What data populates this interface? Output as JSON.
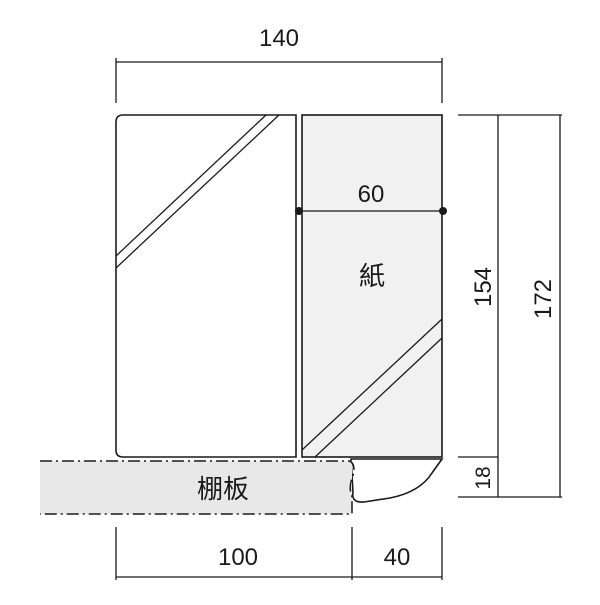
{
  "dimensions": {
    "total_width": "140",
    "paper_width": "60",
    "shelf_depth": "100",
    "overhang": "40",
    "body_height": "154",
    "total_height": "172",
    "shelf_thickness": "18"
  },
  "labels": {
    "paper": "紙",
    "shelf": "棚板"
  },
  "colors": {
    "line": "#1a1a1a",
    "panel_fill": "#f1f1f1",
    "shelf_fill": "#e8e8e8"
  }
}
